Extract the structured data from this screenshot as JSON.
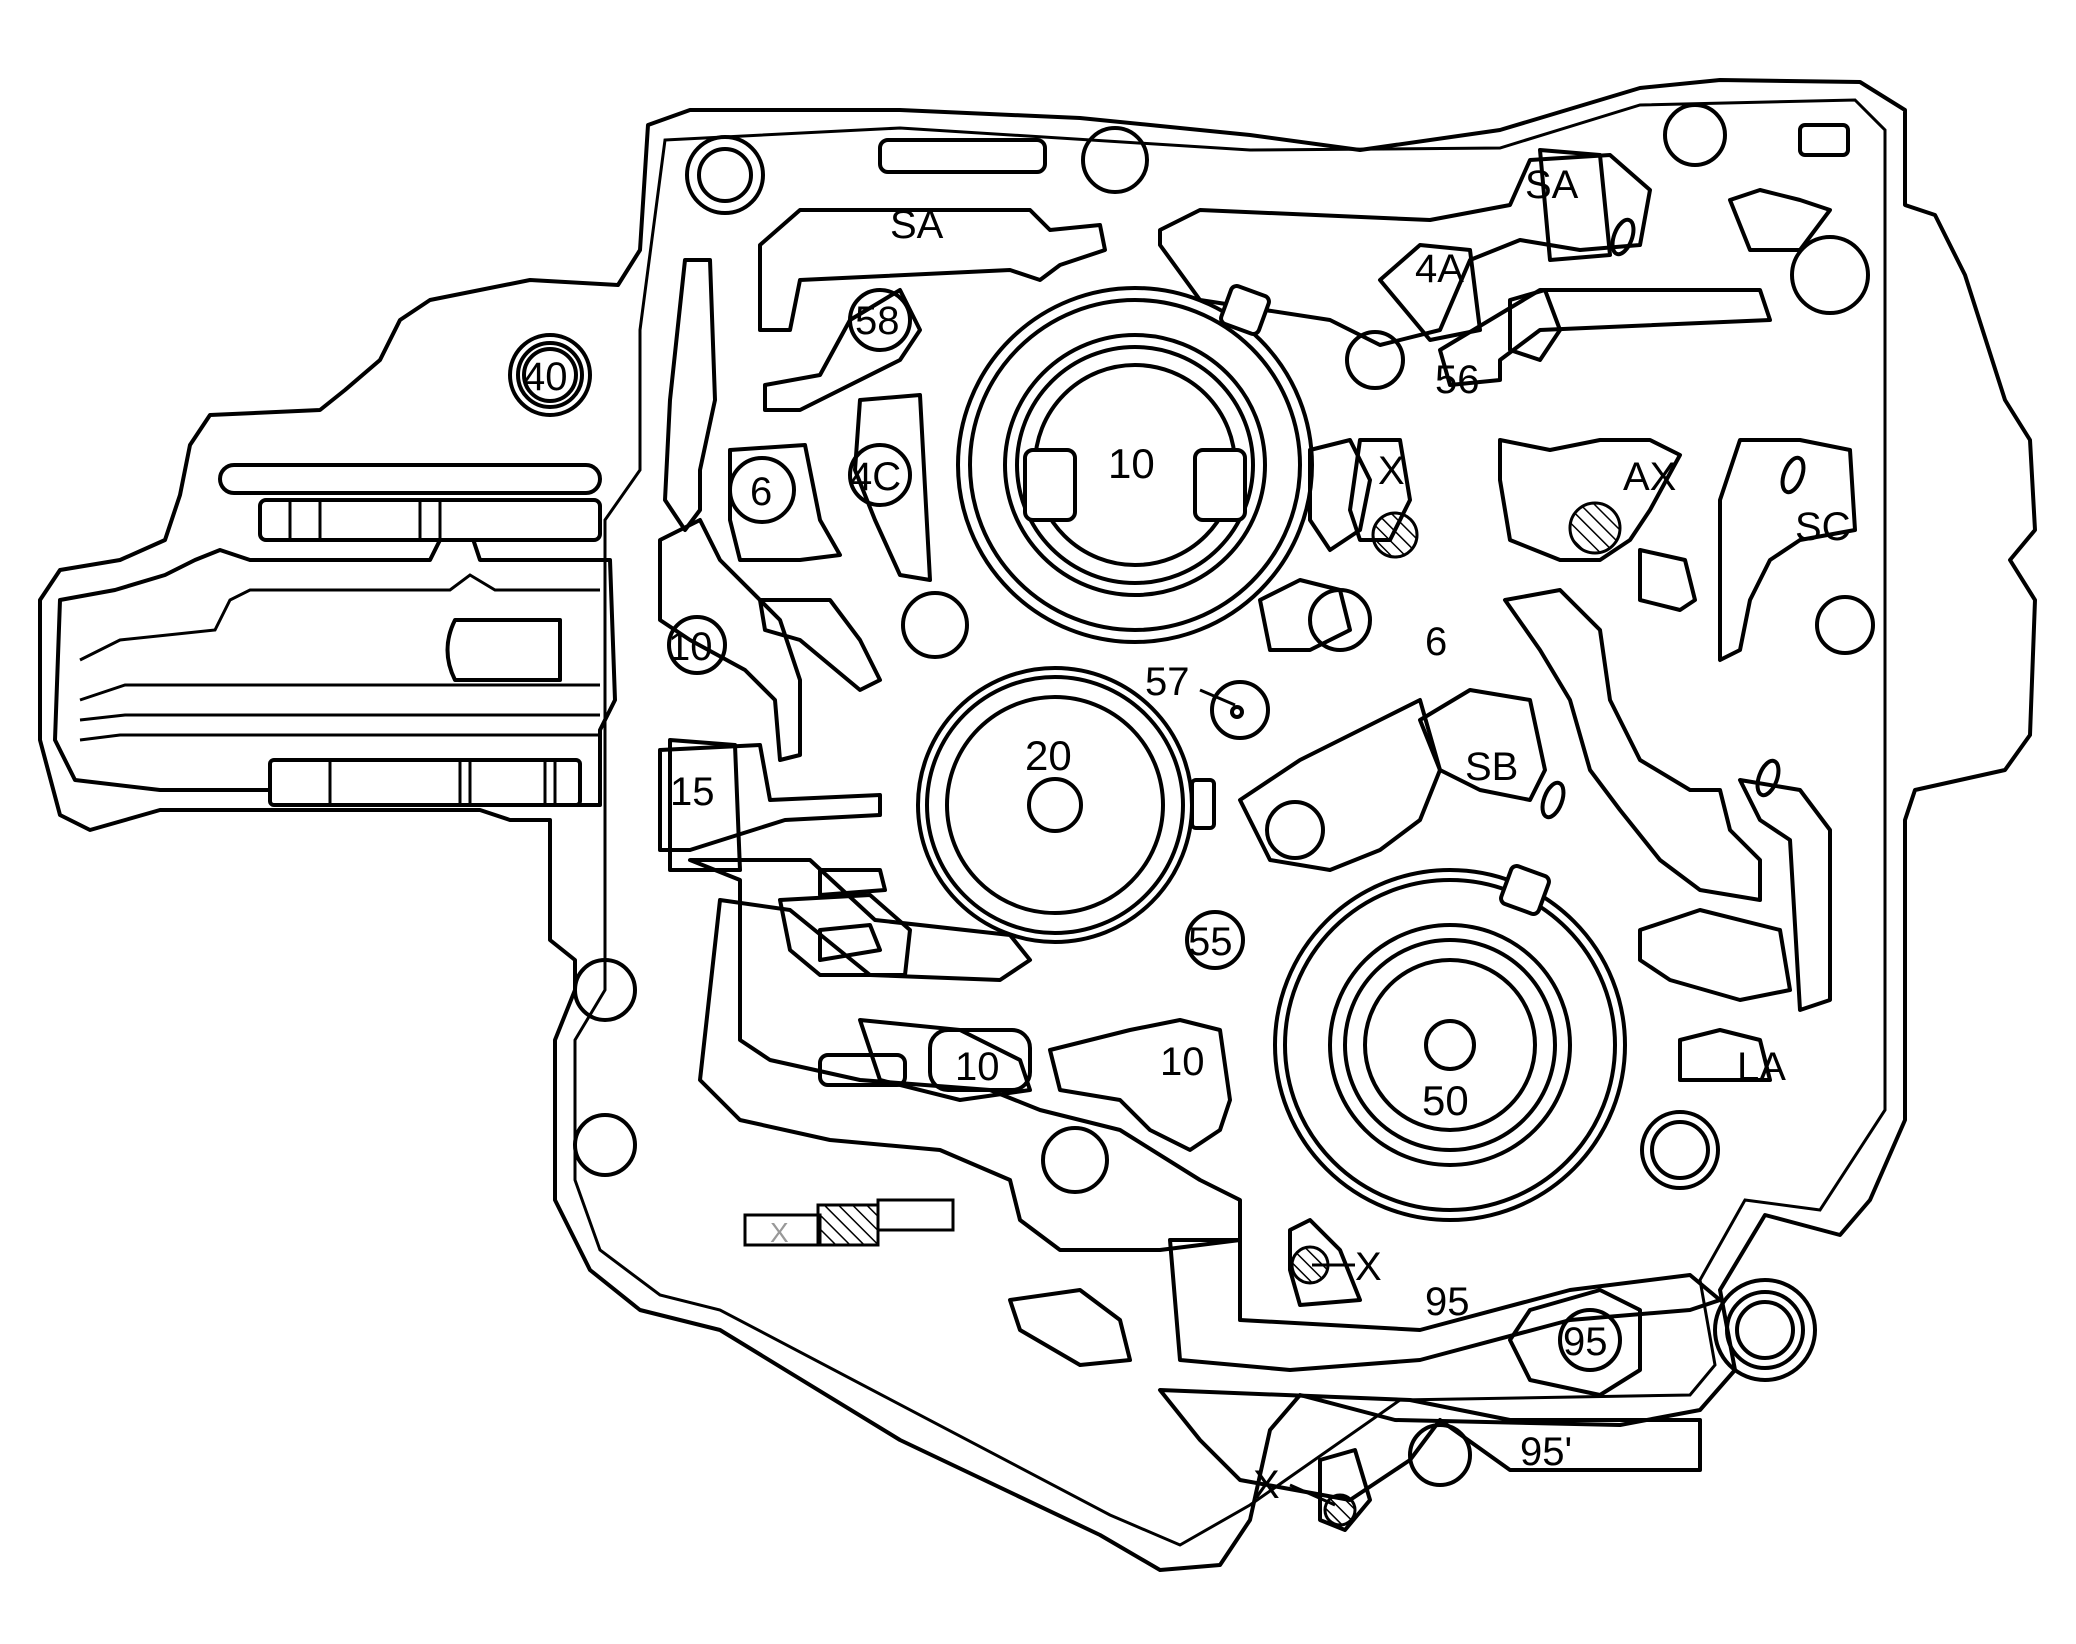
{
  "labels": {
    "sa_top": "SA",
    "sa_upper_right": "SA",
    "four_a": "4A",
    "fifty_six": "56",
    "fifty_eight": "58",
    "forty": "40",
    "six_left": "6",
    "four_c": "4C",
    "ten_main": "10",
    "x_upper": "X",
    "ax": "AX",
    "sc": "SC",
    "ten_left": "10",
    "six_mid": "6",
    "fifty_seven": "57",
    "twenty": "20",
    "sb": "SB",
    "fifteen": "15",
    "fifty_five": "55",
    "ten_lower_a": "10",
    "ten_lower_b": "10",
    "fifty": "50",
    "la": "LA",
    "x_lower": "X",
    "ninety_five": "95",
    "ninety_five_circle": "95",
    "ninety_five_prime": "95'",
    "x_bottom": "X",
    "x_hatch_box": "X"
  }
}
